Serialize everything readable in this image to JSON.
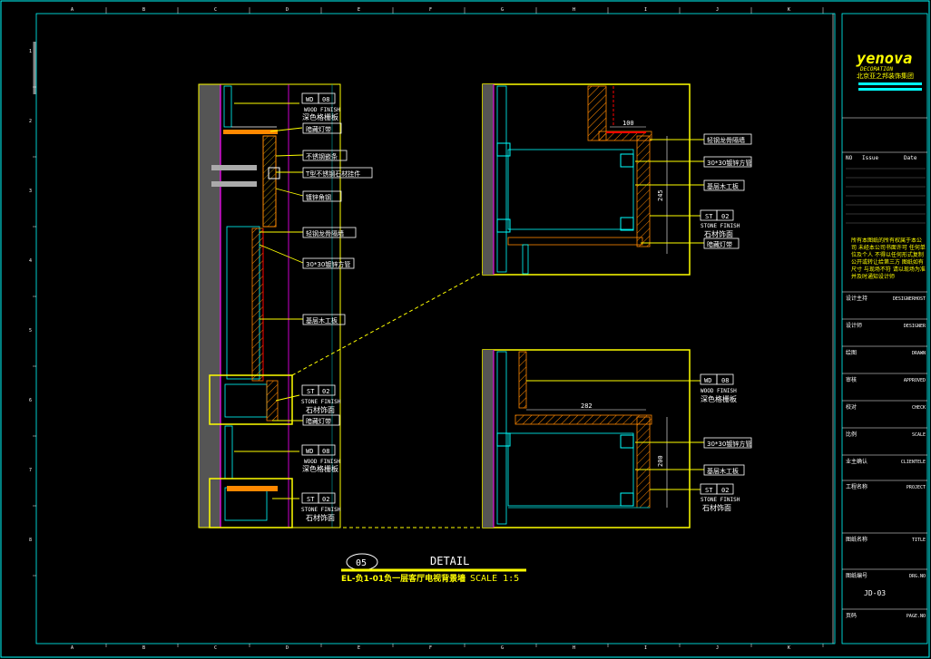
{
  "grid_letters": [
    "A",
    "B",
    "C",
    "D",
    "E",
    "F",
    "G",
    "H",
    "I",
    "J",
    "K"
  ],
  "grid_numbers": [
    "1",
    "2",
    "3",
    "4",
    "5",
    "6",
    "7",
    "8"
  ],
  "left_section": {
    "labels": {
      "wd_code": "WD",
      "wd_num": "08",
      "wood_finish": "WOOD FINISH",
      "dark_grille": "深色格栅板",
      "light_strip": "暗藏灯带",
      "stainless_trim": "不锈钢嵌条",
      "t_hanger": "T型不锈钢石材挂件",
      "steel_tube": "镀锌角钢",
      "gypsum_keel": "轻钢龙骨隔墙",
      "steel_square": "30*30镀锌方管",
      "base_board": "基层木工板",
      "st_code": "ST",
      "st_num": "02",
      "stone_finish": "STONE FINISH",
      "stone_face": "石材饰面"
    }
  },
  "detail_top": {
    "labels": {
      "keel": "轻钢龙骨隔墙",
      "square_tube": "30*30镀锌方管",
      "base_board": "基层木工板",
      "st_code": "ST",
      "st_num": "02",
      "stone_finish": "STONE FINISH",
      "stone_face": "石材饰面",
      "light_strip": "暗藏灯带"
    },
    "dims": {
      "width": "100",
      "height": "245"
    }
  },
  "detail_bottom": {
    "labels": {
      "wd_code": "WD",
      "wd_num": "08",
      "wood_finish": "WOOD FINISH",
      "dark_grille": "深色格栅板",
      "square_tube": "30*30镀锌方管",
      "base_board": "基层木工板",
      "st_code": "ST",
      "st_num": "02",
      "stone_finish": "STONE FINISH",
      "stone_face": "石材饰面"
    },
    "dims": {
      "width": "282",
      "height": "200"
    }
  },
  "title_block": {
    "detail_num": "05",
    "detail_word": "DETAIL",
    "drawing_ref": "EL-负1-01负一层客厅电视背景墙",
    "scale": "SCALE 1:5"
  },
  "side_panel": {
    "logo": "yenova",
    "logo_sub": "DECORATION",
    "company_cn": "北京亚之邦装饰集团",
    "rev_no": "NO",
    "rev_issue": "Issue",
    "rev_date": "Date",
    "notes": "所有本图纸的所有权属于本公司 未经本公司书面许可 任何单位及个人 不得以任何形式复制 公开或转让给第三方 图纸如有尺寸 与现场不符 请以现场为准 并及时通知设计师",
    "rows": [
      {
        "cn": "设计主持",
        "en": "DESIGNERHOST"
      },
      {
        "cn": "设计师",
        "en": "DESIGNER"
      },
      {
        "cn": "绘图",
        "en": "DRAWN"
      },
      {
        "cn": "审核",
        "en": "APPROVED"
      },
      {
        "cn": "校对",
        "en": "CHECK"
      },
      {
        "cn": "比例",
        "en": "SCALE"
      },
      {
        "cn": "业主确认",
        "en": "CLIENTELE"
      },
      {
        "cn": "工程名称",
        "en": "PROJECT"
      },
      {
        "cn": "图纸名称",
        "en": "TITLE"
      },
      {
        "cn": "图纸编号",
        "en": "DRG.NO"
      },
      {
        "cn": "页码",
        "en": "PAGE.NO"
      }
    ],
    "drawing_no": "JD-03"
  },
  "colors": {
    "frame": "#00ffff",
    "callout": "#ffff00",
    "wall": "#ff00ff",
    "stone": "#ff8800",
    "cut": "#ff0000",
    "text": "#ffffff",
    "logo": "#ffff00"
  }
}
